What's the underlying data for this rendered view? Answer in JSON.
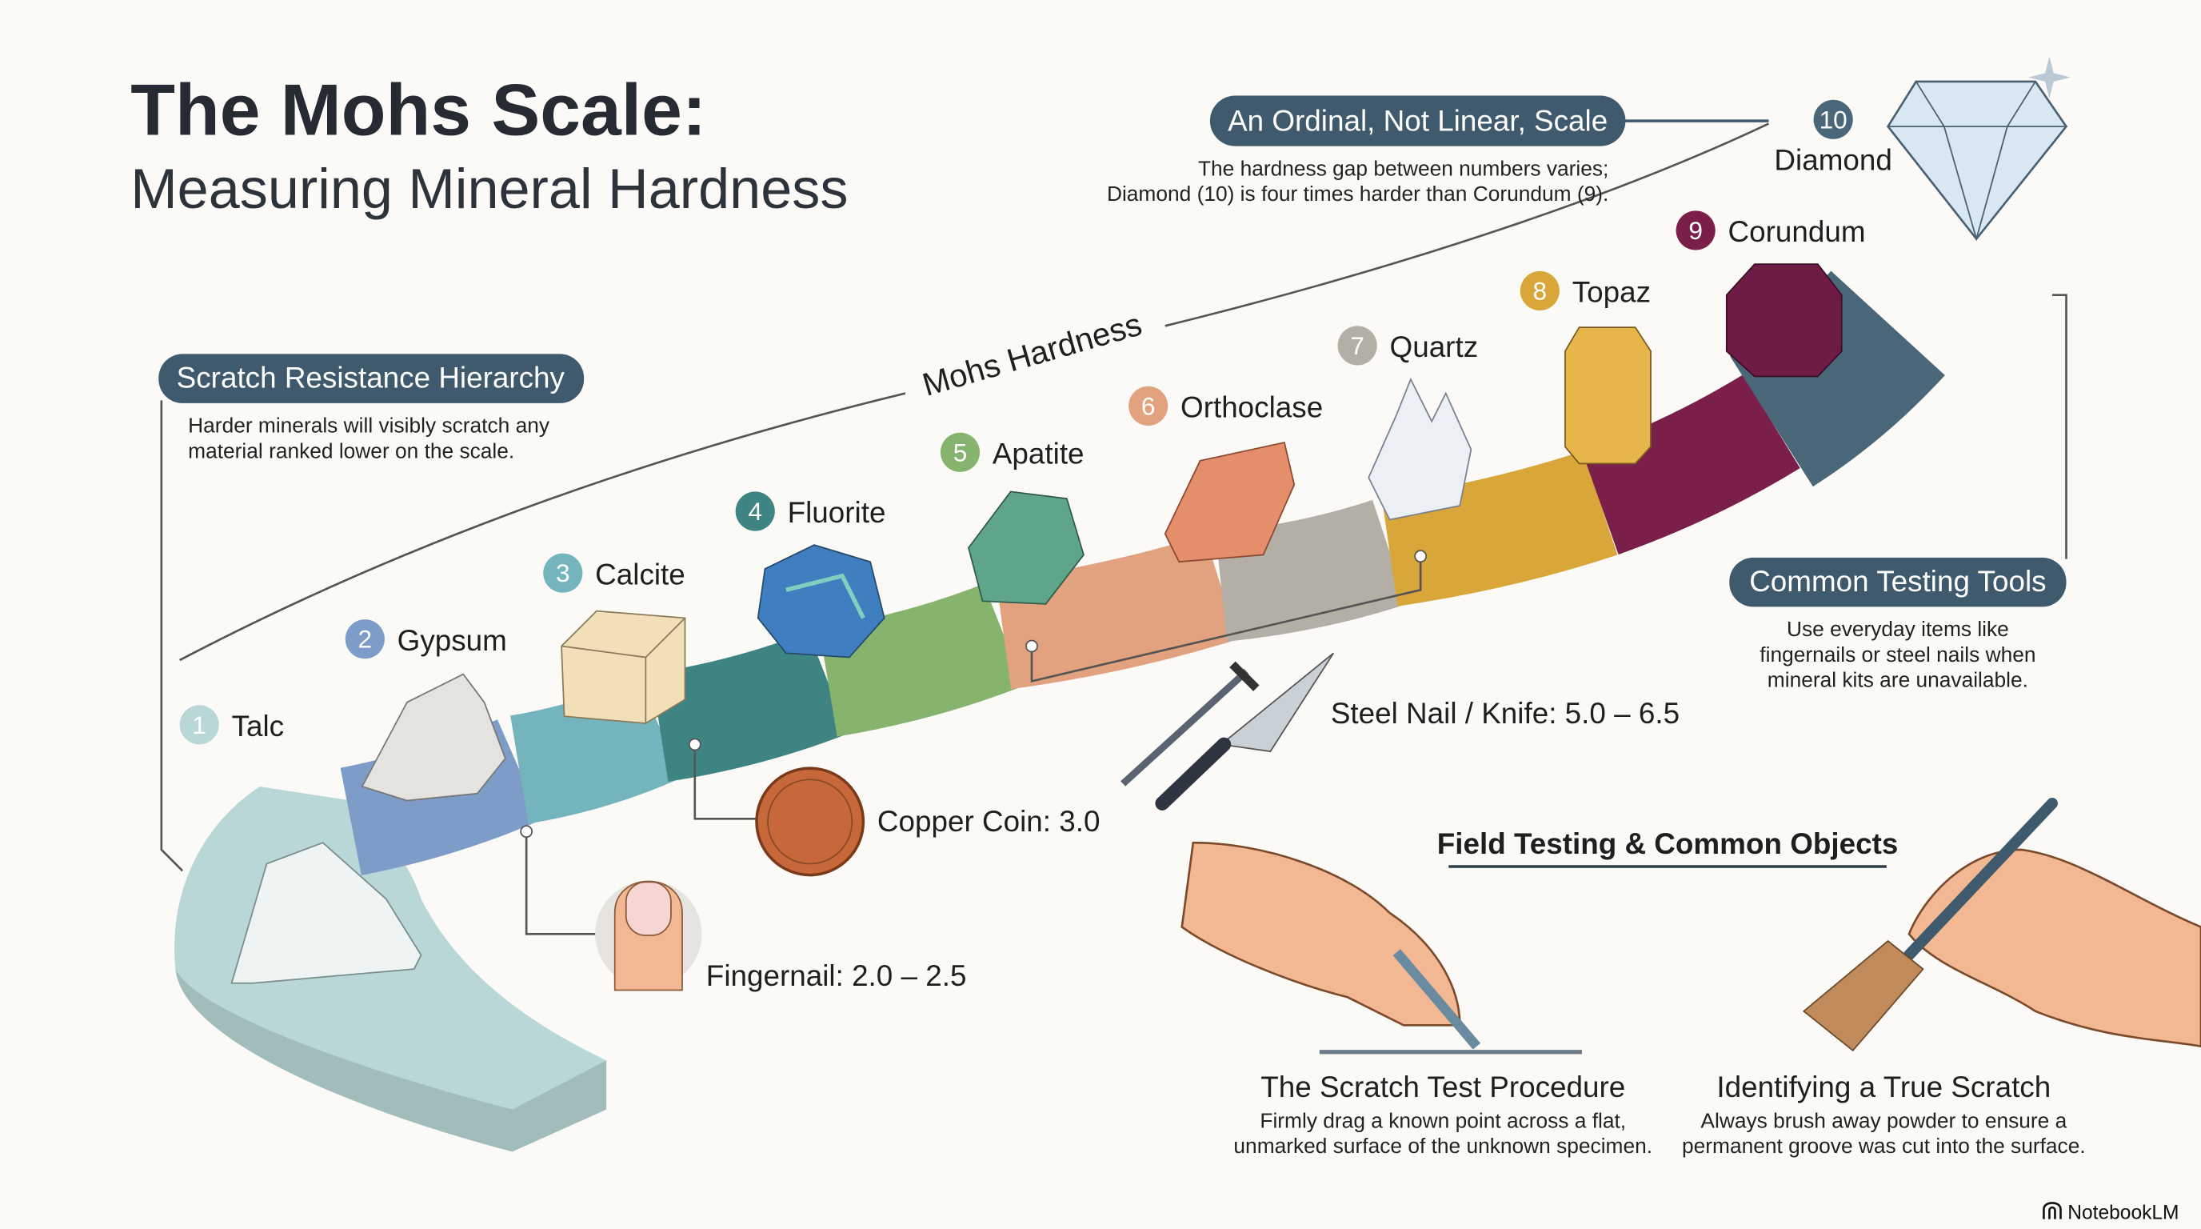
{
  "header": {
    "title": "The Mohs Scale:",
    "subtitle": "Measuring Mineral Hardness"
  },
  "callouts": {
    "ordinal": {
      "title": "An Ordinal, Not Linear, Scale",
      "line1": "The hardness gap between numbers varies;",
      "line2": "Diamond (10) is four times harder than Corundum (9)."
    },
    "hierarchy": {
      "title": "Scratch Resistance Hierarchy",
      "line1": "Harder minerals will visibly scratch any",
      "line2": "material ranked lower on the scale."
    },
    "tools": {
      "title": "Common Testing Tools",
      "line1": "Use everyday items like",
      "line2": "fingernails or steel nails when",
      "line3": "mineral kits are unavailable."
    }
  },
  "axis_label": "Mohs Hardness",
  "minerals": [
    {
      "number": "1",
      "name": "Talc",
      "color": "#b9d7d6"
    },
    {
      "number": "2",
      "name": "Gypsum",
      "color": "#7e9cc8"
    },
    {
      "number": "3",
      "name": "Calcite",
      "color": "#74b4bd"
    },
    {
      "number": "4",
      "name": "Fluorite",
      "color": "#3e8483"
    },
    {
      "number": "5",
      "name": "Apatite",
      "color": "#86b36d"
    },
    {
      "number": "6",
      "name": "Orthoclase",
      "color": "#e2a27f"
    },
    {
      "number": "7",
      "name": "Quartz",
      "color": "#b3aea6"
    },
    {
      "number": "8",
      "name": "Topaz",
      "color": "#d9a63a"
    },
    {
      "number": "9",
      "name": "Corundum",
      "color": "#7a1f4a"
    },
    {
      "number": "10",
      "name": "Diamond",
      "color": "#4a6679"
    }
  ],
  "tools": {
    "fingernail": "Fingernail: 2.0 – 2.5",
    "coin": "Copper Coin: 3.0",
    "nail": "Steel Nail / Knife: 5.0 – 6.5"
  },
  "field": {
    "title": "Field Testing & Common Objects",
    "scratch_title": "The Scratch Test Procedure",
    "scratch_line1": "Firmly drag a known point across a flat,",
    "scratch_line2": "unmarked surface of the unknown specimen.",
    "true_title": "Identifying a True Scratch",
    "true_line1": "Always brush away powder to ensure a",
    "true_line2": "permanent groove was cut into the surface."
  },
  "brand": "NotebookLM",
  "colors": {
    "pill": "#3f5a6d",
    "ink": "#262b33",
    "skin": "#f2b893"
  }
}
